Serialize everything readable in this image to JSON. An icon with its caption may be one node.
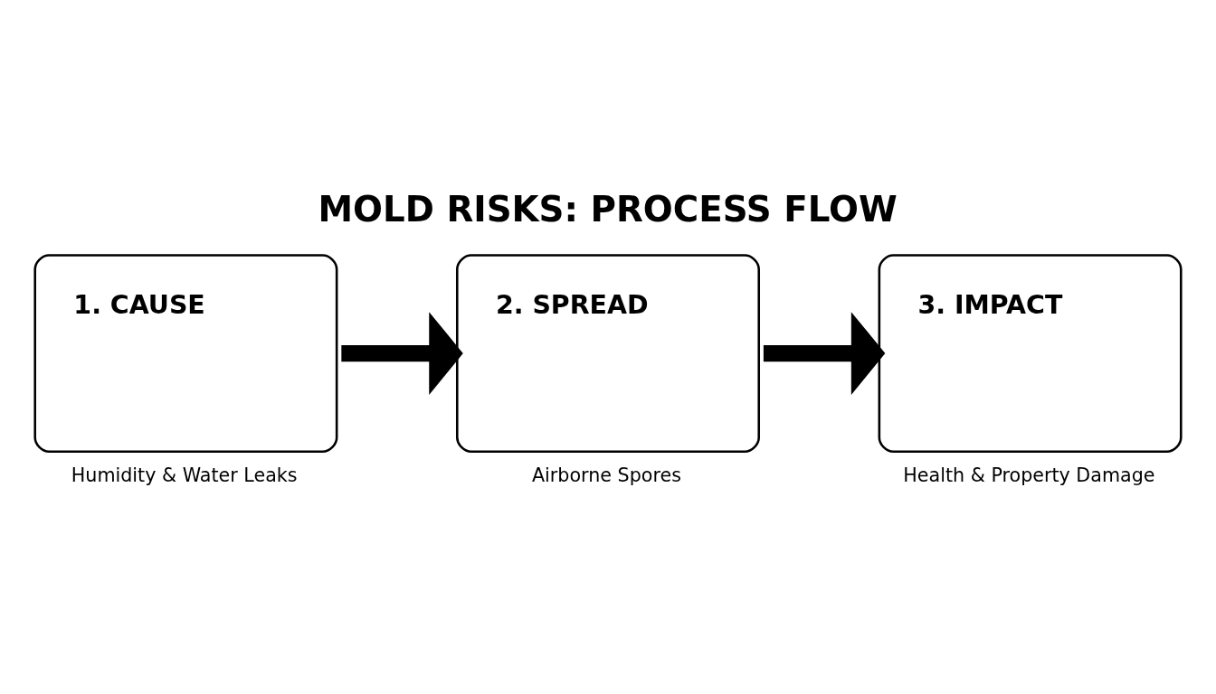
{
  "diagram": {
    "title": "MOLD RISKS: PROCESS FLOW",
    "nodes": [
      {
        "text": [
          "1. CAUSE"
        ],
        "beside": [
          "Humidity & Water Leaks"
        ]
      },
      {
        "text": [
          "2. SPREAD"
        ],
        "beside": [
          "Airborne Spores"
        ]
      },
      {
        "text": [
          "3. IMPACT"
        ],
        "beside": [
          "Health & Property Damage"
        ]
      }
    ],
    "edges": [
      {
        "from": 0,
        "to": 1,
        "arrow": "to"
      },
      {
        "from": 1,
        "to": 2,
        "arrow": "to"
      }
    ]
  }
}
